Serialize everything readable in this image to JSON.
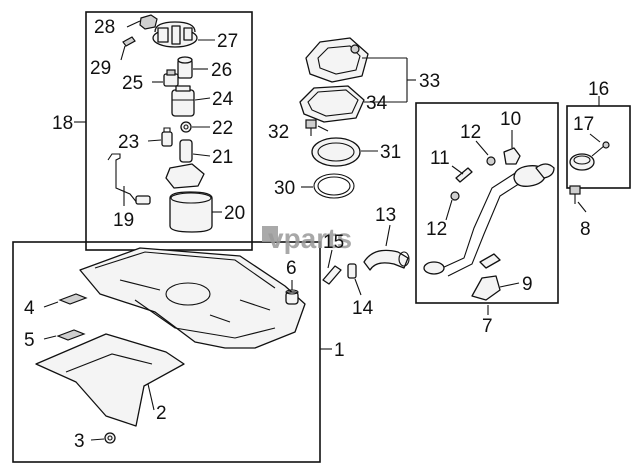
{
  "watermark": "vparts",
  "callouts": {
    "c1": "1",
    "c2": "2",
    "c3": "3",
    "c4": "4",
    "c5": "5",
    "c6": "6",
    "c7": "7",
    "c8": "8",
    "c9": "9",
    "c10": "10",
    "c11": "11",
    "c12a": "12",
    "c12b": "12",
    "c13": "13",
    "c14": "14",
    "c15": "15",
    "c16": "16",
    "c17": "17",
    "c18": "18",
    "c19": "19",
    "c20": "20",
    "c21": "21",
    "c22": "22",
    "c23": "23",
    "c24": "24",
    "c25": "25",
    "c26": "26",
    "c27": "27",
    "c28": "28",
    "c29": "29",
    "c30": "30",
    "c31": "31",
    "c32": "32",
    "c33": "33",
    "c34": "34"
  }
}
